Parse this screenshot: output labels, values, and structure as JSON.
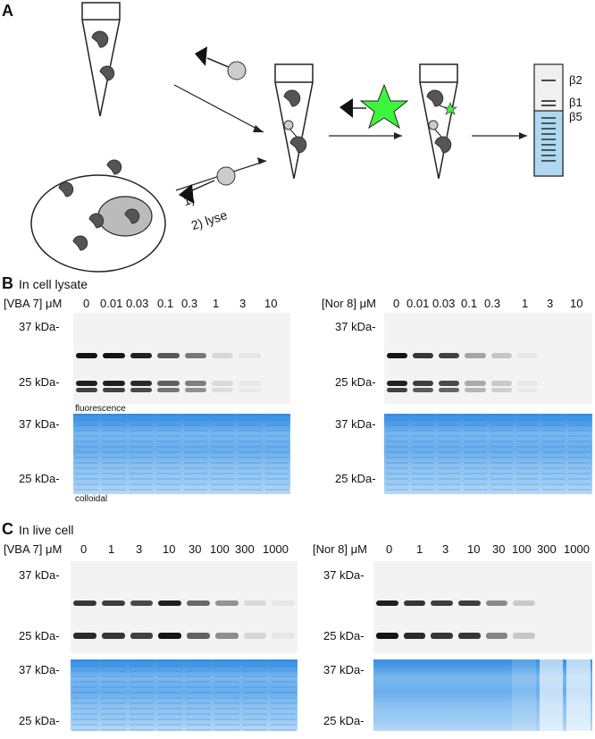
{
  "panel_a": {
    "letter": "A",
    "steps": [
      "1)",
      "2) lyse"
    ],
    "subunits": [
      "β2",
      "β1",
      "β5"
    ]
  },
  "panel_b": {
    "letter": "B",
    "title": "In cell lysate",
    "left": {
      "compound_label": "[VBA 7] μM",
      "concentrations": [
        "0",
        "0.01",
        "0.03",
        "0.1",
        "0.3",
        "1",
        "3",
        "10"
      ],
      "fluor_intensity": [
        1.0,
        1.0,
        0.95,
        0.7,
        0.55,
        0.12,
        0.05,
        0.0
      ]
    },
    "right": {
      "compound_label": "[Nor 8] μM",
      "concentrations": [
        "0",
        "0.01",
        "0.03",
        "0.1",
        "0.3",
        "1",
        "3",
        "10"
      ],
      "fluor_intensity": [
        1.0,
        0.85,
        0.8,
        0.35,
        0.2,
        0.05,
        0.0,
        0.0
      ]
    },
    "markers": [
      "37 kDa-",
      "25 kDa-"
    ],
    "fluor_caption": "fluorescence",
    "cb_caption": "colloidal"
  },
  "panel_c": {
    "letter": "C",
    "title": "In live cell",
    "left": {
      "compound_label": "[VBA 7] μM",
      "concentrations": [
        "0",
        "1",
        "3",
        "10",
        "30",
        "100",
        "300",
        "1000"
      ],
      "fluor_intensity": [
        0.9,
        0.85,
        0.8,
        1.0,
        0.65,
        0.45,
        0.12,
        0.05
      ]
    },
    "right": {
      "compound_label": "[Nor 8] μM",
      "concentrations": [
        "0",
        "1",
        "3",
        "10",
        "30",
        "100",
        "300",
        "1000"
      ],
      "fluor_intensity": [
        1.0,
        0.9,
        0.85,
        0.85,
        0.5,
        0.2,
        0.0,
        0.0
      ],
      "cb_intensity": [
        1.0,
        1.0,
        1.0,
        1.0,
        1.0,
        0.85,
        0.4,
        0.35
      ]
    },
    "markers": [
      "37 kDa-",
      "25 kDa-"
    ]
  }
}
